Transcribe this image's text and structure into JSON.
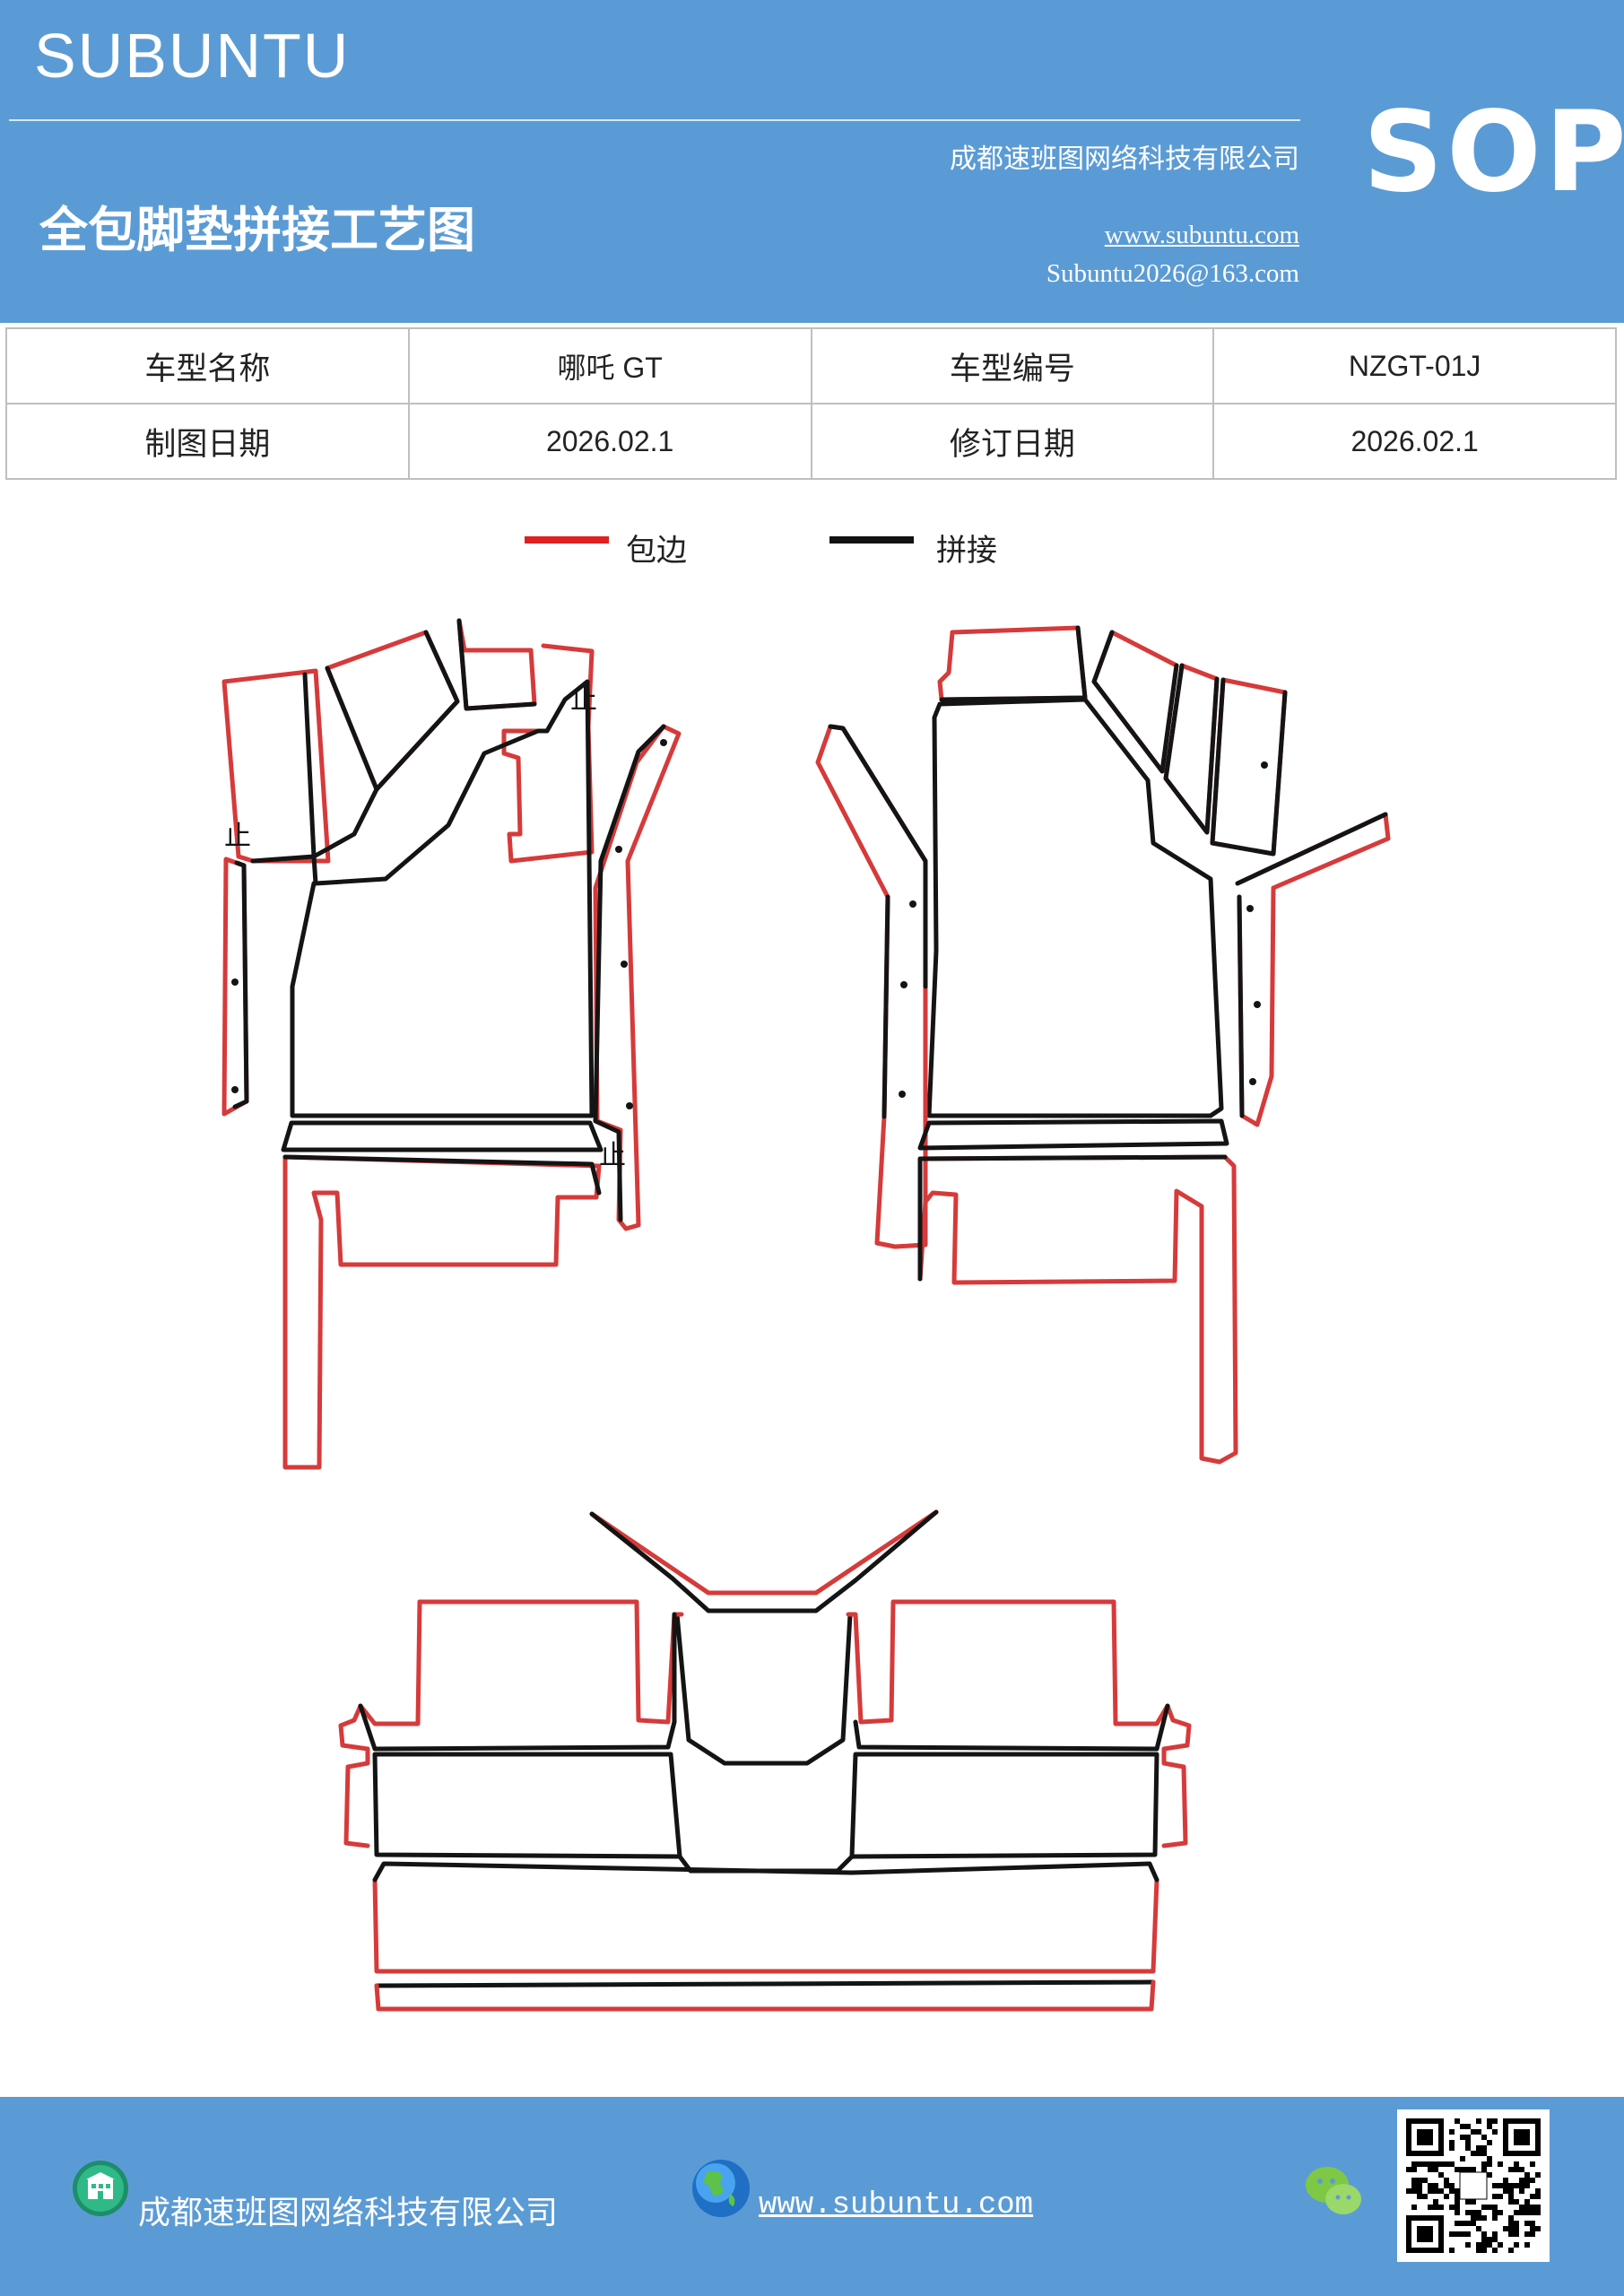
{
  "header": {
    "brand": "SUBUNTU",
    "company": "成都速班图网络科技有限公司",
    "title": "全包脚垫拼接工艺图",
    "website": "www.subuntu.com",
    "email": "Subuntu2026@163.com",
    "badge": "SOP"
  },
  "info_table": {
    "rows": [
      [
        {
          "label": "车型名称"
        },
        {
          "value": "哪吒 GT"
        },
        {
          "label": "车型编号"
        },
        {
          "value": "NZGT-01J"
        }
      ],
      [
        {
          "label": "制图日期"
        },
        {
          "value": "2026.02.1"
        },
        {
          "label": "修订日期"
        },
        {
          "value": "2026.02.1"
        }
      ]
    ]
  },
  "legend": {
    "items": [
      {
        "label": "包边",
        "color": "#e02020"
      },
      {
        "label": "拼接",
        "color": "#111111"
      }
    ]
  },
  "drawing": {
    "edge_color": "#d63a3a",
    "seam_color": "#141414",
    "marks": [
      "止",
      "止",
      "止"
    ]
  },
  "footer": {
    "company": "成都速班图网络科技有限公司",
    "website": "www.subuntu.com ",
    "icons": [
      "building-icon",
      "globe-icon",
      "wechat-icon",
      "qr-code-icon"
    ]
  }
}
